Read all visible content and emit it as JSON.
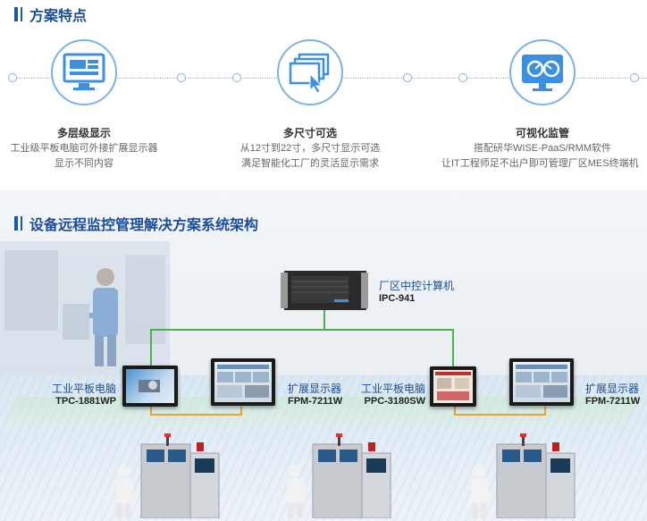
{
  "section1": {
    "title": "方案特点"
  },
  "features": [
    {
      "title": "多层级显示",
      "desc": [
        "工业级平板电脑可外接扩展显示器",
        "显示不同内容"
      ],
      "icon": "multi-window-monitor-icon"
    },
    {
      "title": "多尺寸可选",
      "desc": [
        "从12寸到22寸，多尺寸显示可选",
        "满足智能化工厂的灵活显示需求"
      ],
      "icon": "stacked-screens-cursor-icon"
    },
    {
      "title": "可视化监管",
      "desc": [
        "搭配研华WISE-PaaS/RMM软件",
        "让IT工程师足不出户即可管理厂区MES终端机"
      ],
      "icon": "dashboard-monitor-icon"
    }
  ],
  "section2": {
    "title": "设备远程监控管理解决方案系统架构"
  },
  "devices": {
    "server": {
      "name": "厂区中控计算机",
      "model": "IPC-941"
    },
    "tpc": {
      "name": "工业平板电脑",
      "model": "TPC-1881WP"
    },
    "fpm1": {
      "name": "扩展显示器",
      "model": "FPM-7211W"
    },
    "ppc": {
      "name": "工业平板电脑",
      "model": "PPC-3180SW"
    },
    "fpm2": {
      "name": "扩展显示器",
      "model": "FPM-7211W"
    }
  },
  "colors": {
    "accent": "#1a5aa8",
    "link_wire": "#4caf50",
    "display_wire": "#f0a030",
    "icon_blue": "#3d8fe0"
  }
}
